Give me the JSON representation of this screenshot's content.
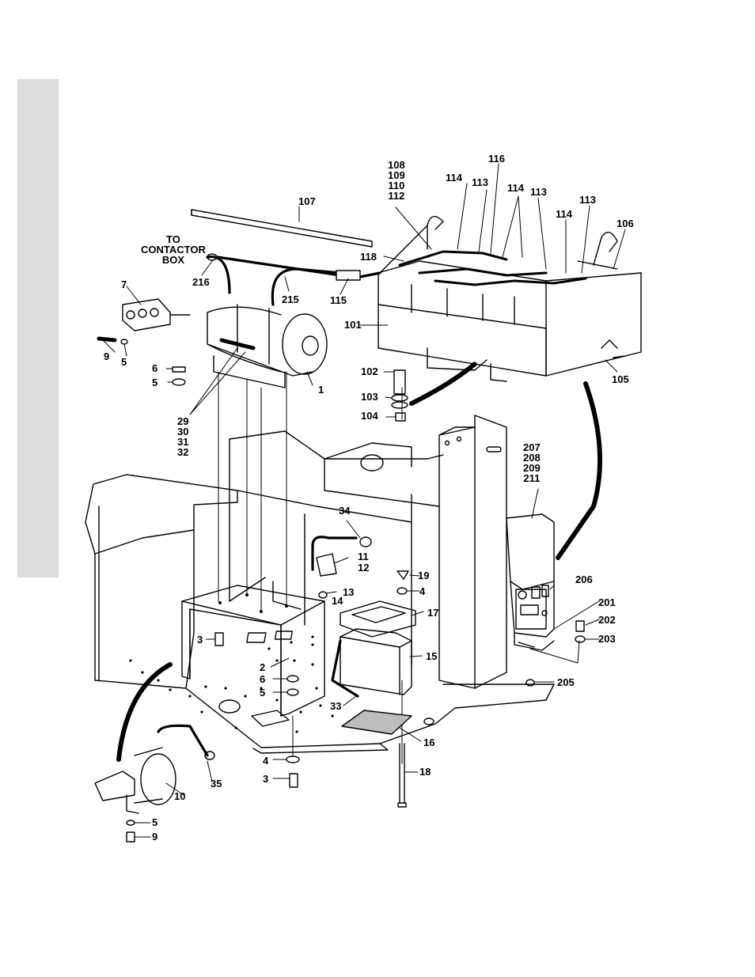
{
  "colors": {
    "line": "#000000",
    "tab": "#dcdcdc",
    "background": "#ffffff"
  },
  "diagram": {
    "callouts": {
      "c1": "1",
      "c2": "2",
      "c3a": "3",
      "c3b": "3",
      "c4a": "4",
      "c4b": "4",
      "c5a": "5",
      "c5b": "5",
      "c5c": "5",
      "c5d": "5",
      "c6a": "6",
      "c6b": "6",
      "c7": "7",
      "c9a": "9",
      "c9b": "9",
      "c10": "10",
      "c11": "11",
      "c12": "12",
      "c13": "13",
      "c14": "14",
      "c15": "15",
      "c16": "16",
      "c17": "17",
      "c18": "18",
      "c19": "19",
      "c33": "33",
      "c34": "34",
      "c35": "35",
      "c101": "101",
      "c102": "102",
      "c103": "103",
      "c104": "104",
      "c105": "105",
      "c106": "106",
      "c107": "107",
      "c108": "108",
      "c109": "109",
      "c110": "110",
      "c112": "112",
      "c113a": "113",
      "c113b": "113",
      "c113c": "113",
      "c114a": "114",
      "c114b": "114",
      "c114c": "114",
      "c115": "115",
      "c116": "116",
      "c118": "118",
      "c201": "201",
      "c202": "202",
      "c203": "203",
      "c205": "205",
      "c206": "206",
      "c207": "207",
      "c208": "208",
      "c209": "209",
      "c211": "211",
      "c215": "215",
      "c216": "216",
      "c29": "29",
      "c30": "30",
      "c31": "31",
      "c32": "32",
      "to_contactor_1": "TO",
      "to_contactor_2": "CONTACTOR",
      "to_contactor_3": "BOX"
    }
  }
}
